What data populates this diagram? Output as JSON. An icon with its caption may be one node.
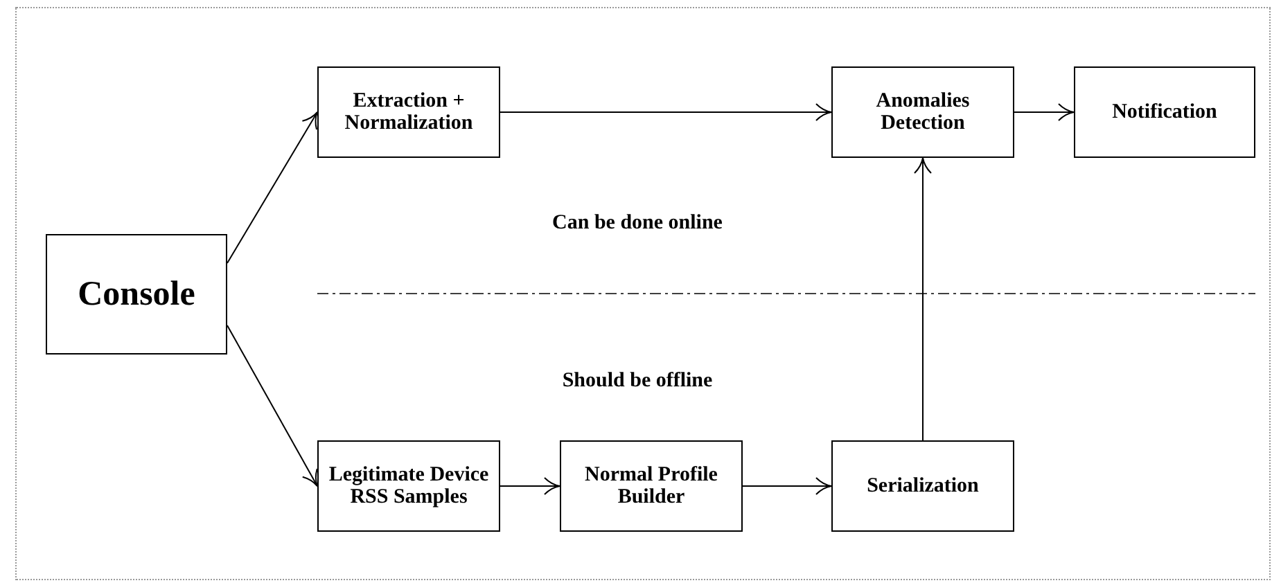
{
  "diagram": {
    "nodes": [
      {
        "text": [
          "Console"
        ]
      },
      {
        "text": [
          "Extraction + Normalization"
        ]
      },
      {
        "text": [
          "Anomalies Detection"
        ]
      },
      {
        "text": [
          "Notification"
        ]
      },
      {
        "text": [
          "Legitimate Device RSS Samples"
        ]
      },
      {
        "text": [
          "Normal Profile Builder"
        ]
      },
      {
        "text": [
          "Serialization"
        ]
      }
    ],
    "edges": [
      {
        "from": 0,
        "to": 1,
        "arrow": "to"
      },
      {
        "from": 0,
        "to": 4,
        "arrow": "to"
      },
      {
        "from": 1,
        "to": 2,
        "arrow": "to"
      },
      {
        "from": 2,
        "to": 3,
        "arrow": "to"
      },
      {
        "from": 4,
        "to": 5,
        "arrow": "to"
      },
      {
        "from": 5,
        "to": 6,
        "arrow": "to"
      },
      {
        "from": 6,
        "to": 2,
        "arrow": "to"
      }
    ],
    "labels": [
      "Can be done online",
      "Should be offline"
    ]
  }
}
